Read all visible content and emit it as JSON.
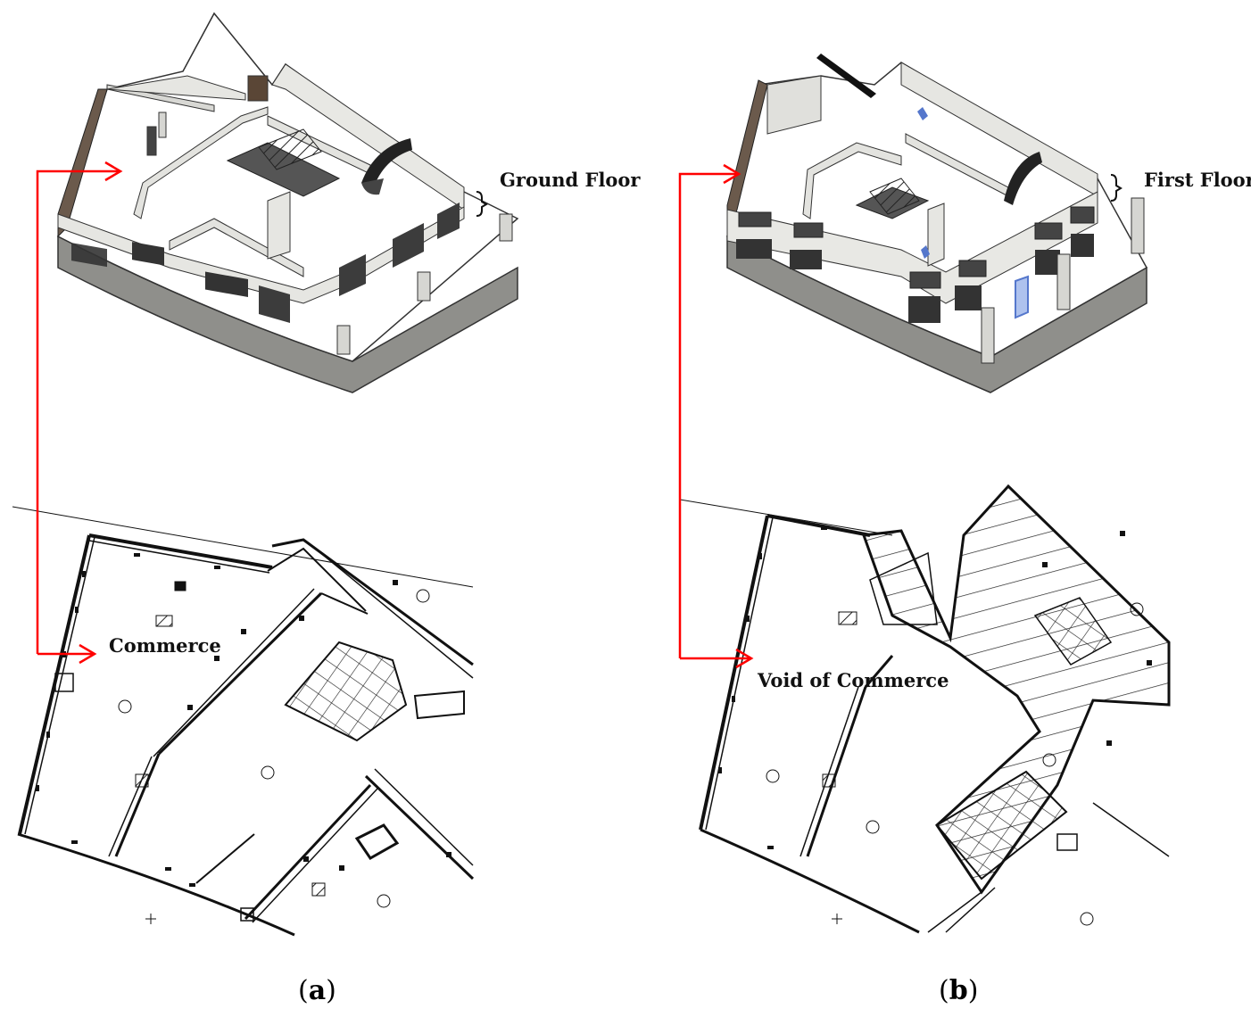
{
  "labels": {
    "ground_floor": "Ground Floor",
    "first_floor": "First Floor",
    "commerce": "Commerce",
    "void_of_commerce": "Void of Commerce"
  },
  "captions": {
    "a": "a",
    "b": "b"
  },
  "colors": {
    "arrow": "#ff0000",
    "wall": "#e8e8e4",
    "wall_dark": "#3a3a3a",
    "slab": "#9a9a96",
    "highlight": "#5577cc"
  }
}
